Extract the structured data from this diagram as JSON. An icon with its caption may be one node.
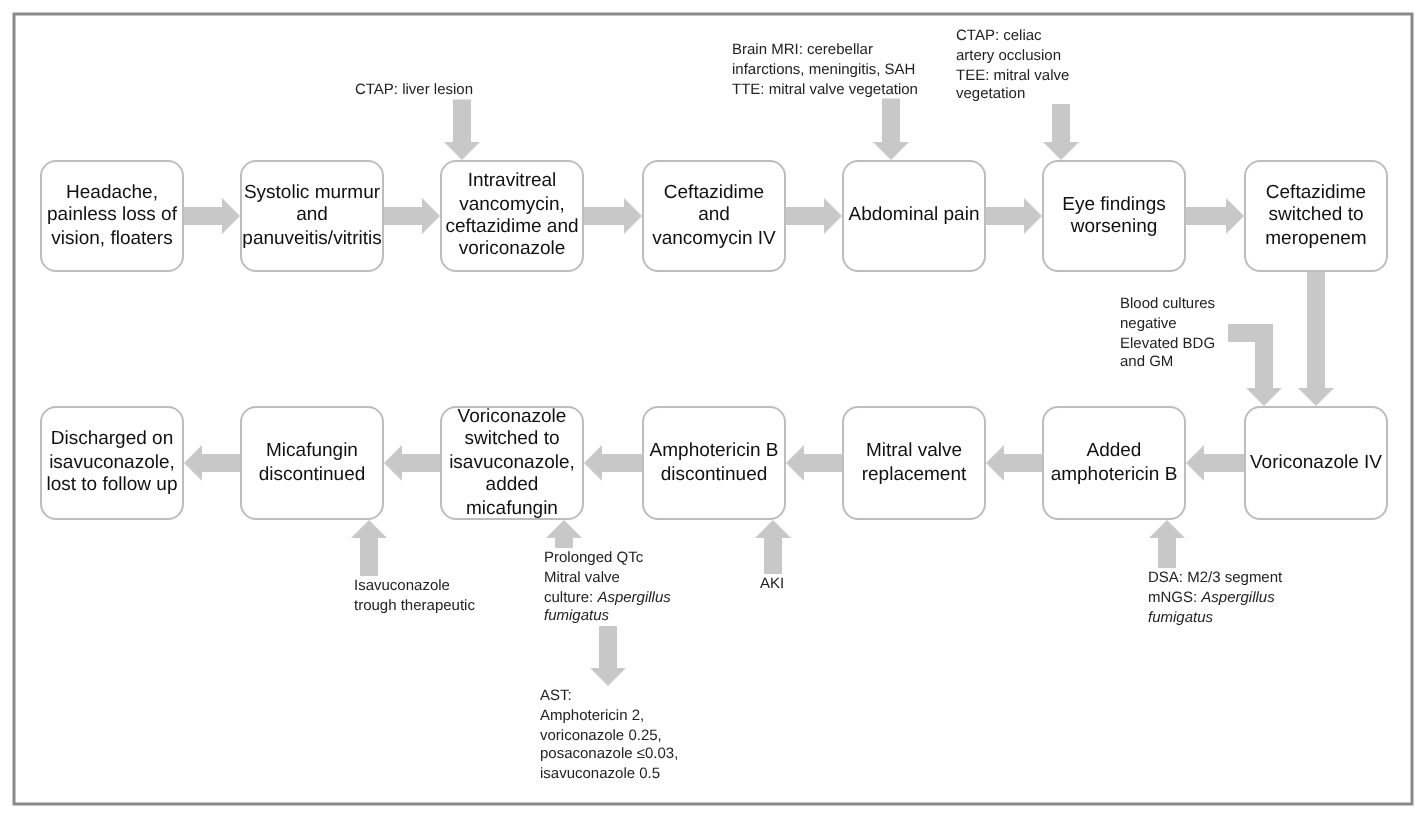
{
  "diagram": {
    "nodes": [
      {
        "text": [
          "Headache, painless loss of vision, floaters"
        ]
      },
      {
        "text": [
          "Systolic murmur and panuveitis/vitritis"
        ]
      },
      {
        "text": [
          "Intravitreal vancomycin, ceftazidime and voriconazole"
        ]
      },
      {
        "text": [
          "Ceftazidime and vancomycin IV"
        ]
      },
      {
        "text": [
          "Abdominal pain"
        ]
      },
      {
        "text": [
          "Eye findings worsening"
        ]
      },
      {
        "text": [
          "Ceftazidime switched to meropenem"
        ]
      },
      {
        "text": [
          "Voriconazole IV"
        ]
      },
      {
        "text": [
          "Added amphotericin B"
        ]
      },
      {
        "text": [
          "Mitral valve replacement"
        ]
      },
      {
        "text": [
          "Amphotericin B discontinued"
        ]
      },
      {
        "text": [
          "Voriconazole switched to isavuconazole, added micafungin"
        ]
      },
      {
        "text": [
          "Micafungin discontinued"
        ]
      },
      {
        "text": [
          "Discharged on isavuconazole, lost to follow up"
        ]
      },
      {
        "text": [
          "CTAP: liver lesion"
        ]
      },
      {
        "text": [
          "Brain MRI: cerebellar infarctions, meningitis, SAH",
          "TTE: mitral valve vegetation"
        ]
      },
      {
        "text": [
          "CTAP:  celiac artery occlusion",
          "TEE: mitral valve vegetation"
        ]
      },
      {
        "text": [
          "Blood cultures negative",
          "Elevated BDG and GM"
        ]
      },
      {
        "text": [
          "DSA: M2/3 segment",
          "mNGS: *Aspergillus fumigatus*"
        ]
      },
      {
        "text": [
          "AKI"
        ]
      },
      {
        "text": [
          "Prolonged QTc",
          "Mitral valve culture: *Aspergillus fumigatus*"
        ]
      },
      {
        "text": [
          "AST:",
          "Amphotericin 2, voriconazole 0.25, posaconazole ≤0.03, isavuconazole 0.5"
        ]
      },
      {
        "text": [
          "Isavuconazole trough therapeutic"
        ]
      }
    ],
    "edges": [
      {
        "from": 0,
        "to": 1,
        "arrow": "to"
      },
      {
        "from": 1,
        "to": 2,
        "arrow": "to"
      },
      {
        "from": 2,
        "to": 3,
        "arrow": "to"
      },
      {
        "from": 3,
        "to": 4,
        "arrow": "to"
      },
      {
        "from": 4,
        "to": 5,
        "arrow": "to"
      },
      {
        "from": 5,
        "to": 6,
        "arrow": "to"
      },
      {
        "from": 6,
        "to": 7,
        "arrow": "to"
      },
      {
        "from": 7,
        "to": 8,
        "arrow": "to"
      },
      {
        "from": 8,
        "to": 9,
        "arrow": "to"
      },
      {
        "from": 9,
        "to": 10,
        "arrow": "to"
      },
      {
        "from": 10,
        "to": 11,
        "arrow": "to"
      },
      {
        "from": 11,
        "to": 12,
        "arrow": "to"
      },
      {
        "from": 12,
        "to": 13,
        "arrow": "to"
      },
      {
        "from": 14,
        "to": 2,
        "arrow": "to"
      },
      {
        "from": 15,
        "to": 4,
        "arrow": "to"
      },
      {
        "from": 16,
        "to": 5,
        "arrow": "to"
      },
      {
        "from": 17,
        "to": 7,
        "arrow": "to"
      },
      {
        "from": 18,
        "to": 8,
        "arrow": "to"
      },
      {
        "from": 19,
        "to": 10,
        "arrow": "to"
      },
      {
        "from": 20,
        "to": 11,
        "arrow": "to"
      },
      {
        "from": 20,
        "to": 21,
        "arrow": "to"
      },
      {
        "from": 22,
        "to": 12,
        "arrow": "to"
      }
    ]
  }
}
